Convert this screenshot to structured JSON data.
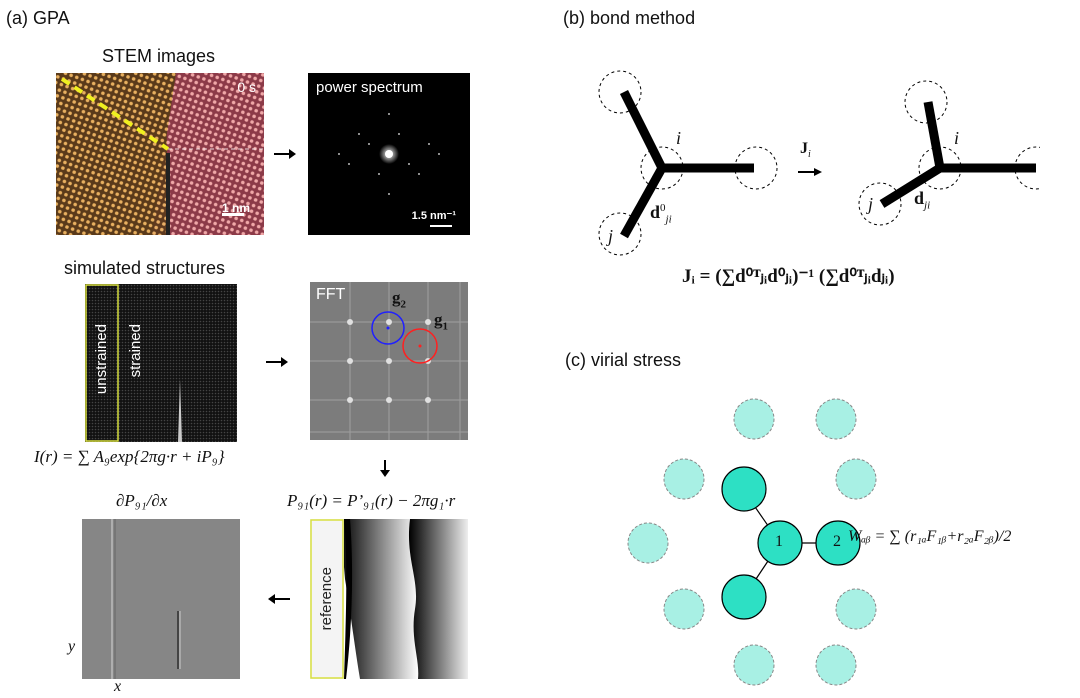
{
  "panels": {
    "a": {
      "title": "(a) GPA"
    },
    "b": {
      "title": "(b) bond method"
    },
    "c": {
      "title": "(c) virial stress"
    }
  },
  "gpa": {
    "stem_title": "STEM images",
    "stem_time": "0 s",
    "stem_scale": "1 nm",
    "power_spectrum_title": "power spectrum",
    "power_spectrum_scale": "1.5 nm⁻¹",
    "sim_title": "simulated structures",
    "unstrained": "unstrained",
    "strained": "strained",
    "fft_label": "FFT",
    "g1": "g",
    "g1_sub": "1",
    "g2": "g",
    "g2_sub": "2",
    "intensity_eq": "I(r) = ∑ A₉exp{2πg·r + iP₉}",
    "phase_eq": "P₉₁(r) = P’₉₁(r) − 2πg₁·r",
    "deriv_title": "∂P₉₁/∂x",
    "reference": "reference",
    "axis_x": "x",
    "axis_y": "y"
  },
  "bond": {
    "i": "i",
    "j": "j",
    "d0": "d",
    "d0_sup": "0",
    "d0_sub": "ji",
    "d": "d",
    "d_sub": "ji",
    "J": "J",
    "J_sub": "i",
    "eq": "Jᵢ = (∑d⁰ᵀⱼᵢd⁰ⱼᵢ)⁻¹ (∑d⁰ᵀⱼᵢdⱼᵢ)"
  },
  "virial": {
    "atom1": "1",
    "atom2": "2",
    "eq": "Wₐᵦ = ∑ (r₁ₐF₁ᵦ+r₂ₐF₂ᵦ)/2",
    "color_main": "#2de0c4",
    "color_light": "#a8f0e4"
  }
}
